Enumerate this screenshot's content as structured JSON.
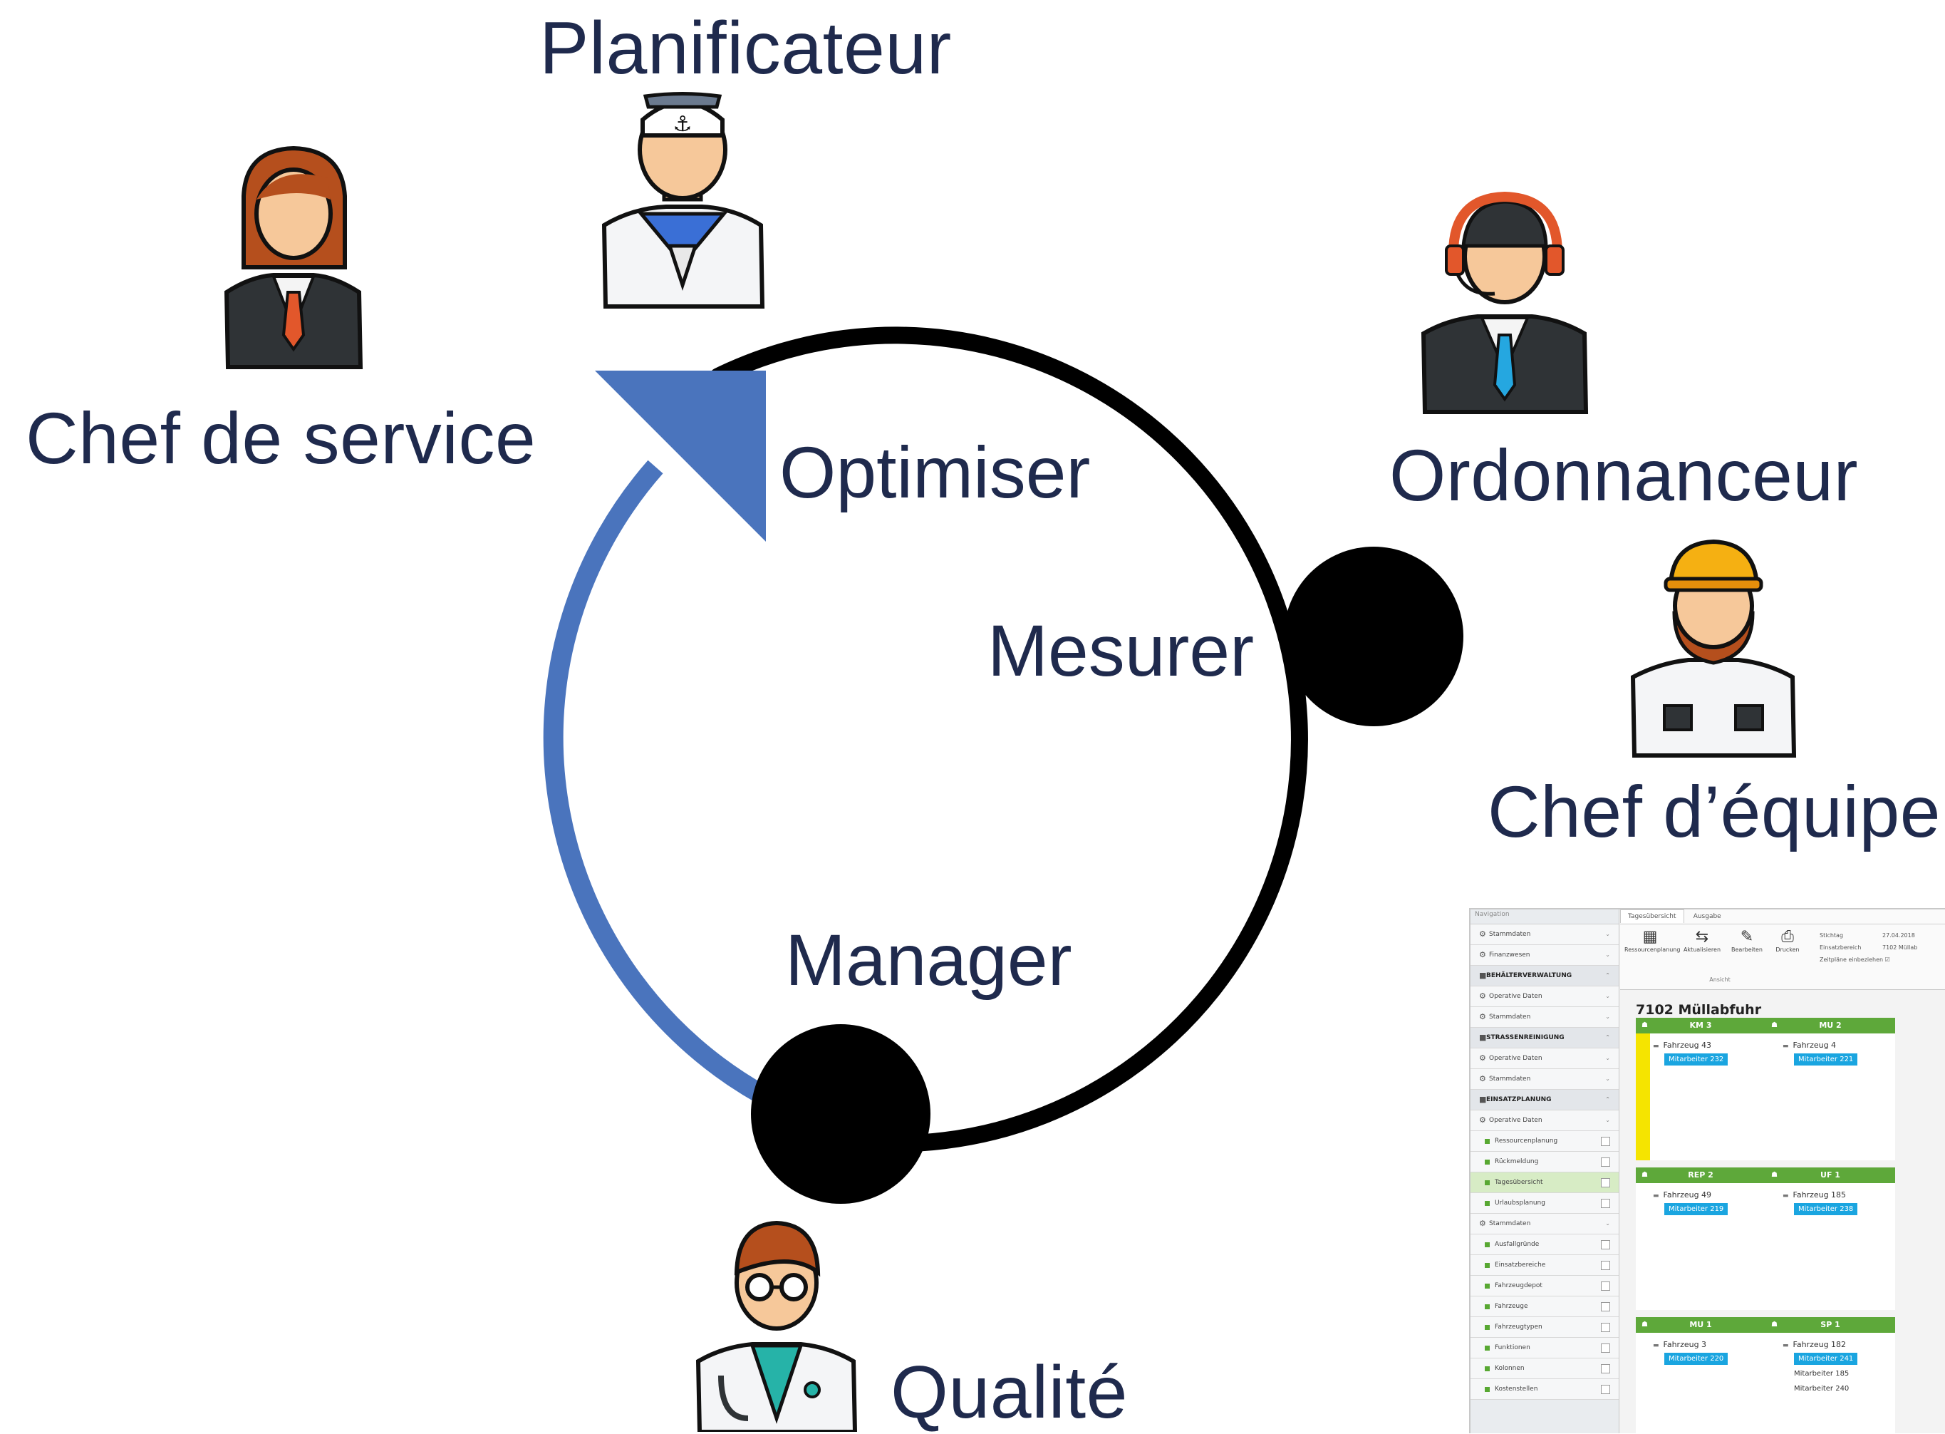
{
  "diagram": {
    "colors": {
      "cycle_ring": "#000000",
      "cycle_arrow": "#4a74bd",
      "text": "#1f2a4d"
    },
    "steps": [
      "Optimiser",
      "Mesurer",
      "Manager"
    ],
    "roles": {
      "planificateur": "Planificateur",
      "chef_de_service": "Chef de service",
      "ordonnanceur": "Ordonnanceur",
      "chef_equipe": "Chef d’équipe",
      "qualite": "Qualité"
    }
  },
  "screenshot": {
    "nav_header": "Navigation",
    "nav_items": [
      {
        "label": "Stammdaten",
        "kind": "item"
      },
      {
        "label": "Finanzwesen",
        "kind": "item"
      },
      {
        "label": "BEHÄLTERVERWALTUNG",
        "kind": "section"
      },
      {
        "label": "Operative Daten",
        "kind": "item"
      },
      {
        "label": "Stammdaten",
        "kind": "item"
      },
      {
        "label": "STRASSENREINIGUNG",
        "kind": "section"
      },
      {
        "label": "Operative Daten",
        "kind": "item"
      },
      {
        "label": "Stammdaten",
        "kind": "item"
      },
      {
        "label": "EINSATZPLANUNG",
        "kind": "section"
      },
      {
        "label": "Operative Daten",
        "kind": "item"
      },
      {
        "label": "Ressourcenplanung",
        "kind": "sub"
      },
      {
        "label": "Rückmeldung",
        "kind": "sub"
      },
      {
        "label": "Tagesübersicht",
        "kind": "sub-active"
      },
      {
        "label": "Urlaubsplanung",
        "kind": "sub"
      },
      {
        "label": "Stammdaten",
        "kind": "item"
      },
      {
        "label": "Ausfallgründe",
        "kind": "sub"
      },
      {
        "label": "Einsatzbereiche",
        "kind": "sub"
      },
      {
        "label": "Fahrzeugdepot",
        "kind": "sub"
      },
      {
        "label": "Fahrzeuge",
        "kind": "sub"
      },
      {
        "label": "Fahrzeugtypen",
        "kind": "sub"
      },
      {
        "label": "Funktionen",
        "kind": "sub"
      },
      {
        "label": "Kolonnen",
        "kind": "sub"
      },
      {
        "label": "Kostenstellen",
        "kind": "sub"
      }
    ],
    "tabs": [
      "Tagesübersicht",
      "Ausgabe"
    ],
    "ribbon_buttons": [
      "Ressourcenplanung",
      "Aktualisieren",
      "Bearbeiten",
      "Drucken"
    ],
    "ribbon_group": "Ansicht",
    "ribbon_fields": [
      "Stichtag",
      "Einsatzbereich",
      "Zeitpläne einbeziehen"
    ],
    "ribbon_values": [
      "27.04.2018",
      "7102 Müllab"
    ],
    "board_title": "7102 Müllabfuhr",
    "columns": [
      {
        "name": "KM 3",
        "vehicle": "Fahrzeug 43",
        "staff": [
          "Mitarbeiter 232"
        ],
        "bar": "#f5e400"
      },
      {
        "name": "MU 2",
        "vehicle": "Fahrzeug 4",
        "staff": [
          "Mitarbeiter 221"
        ],
        "bar": ""
      },
      {
        "name": "REP 2",
        "vehicle": "Fahrzeug 49",
        "staff": [
          "Mitarbeiter 219"
        ],
        "bar": ""
      },
      {
        "name": "UF 1",
        "vehicle": "Fahrzeug 185",
        "staff": [
          "Mitarbeiter 238"
        ],
        "bar": ""
      },
      {
        "name": "MU 1",
        "vehicle": "Fahrzeug 3",
        "staff": [
          "Mitarbeiter 220"
        ],
        "bar": ""
      },
      {
        "name": "SP 1",
        "vehicle": "Fahrzeug 182",
        "staff": [
          "Mitarbeiter 241",
          "Mitarbeiter 185",
          "Mitarbeiter 240"
        ],
        "bar": ""
      }
    ]
  }
}
